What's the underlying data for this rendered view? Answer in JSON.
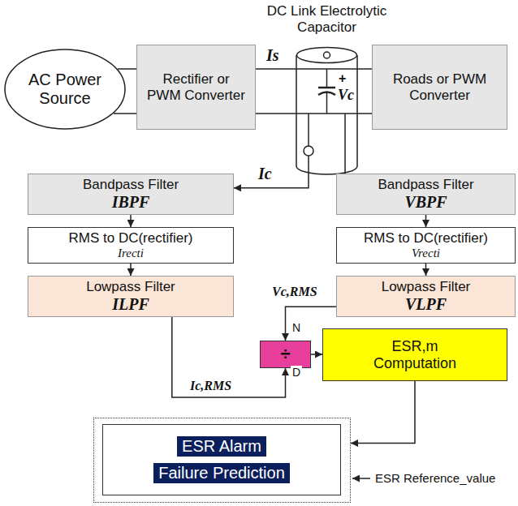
{
  "diagram": {
    "nodes": [
      {
        "text": [
          "AC Power Source"
        ]
      },
      {
        "text": [
          "Rectifier or PWM Converter"
        ]
      },
      {
        "text": [
          "DC Link Electrolytic Capacitor"
        ]
      },
      {
        "text": [
          "Roads or PWM Converter"
        ]
      },
      {
        "text": [
          "Bandpass Filter",
          "IBPF"
        ]
      },
      {
        "text": [
          "Bandpass Filter",
          "VBPF"
        ]
      },
      {
        "text": [
          "RMS to DC(rectifier)",
          "Irecti"
        ]
      },
      {
        "text": [
          "RMS to DC(rectifier)",
          "Vrecti"
        ]
      },
      {
        "text": [
          "Lowpass Filter",
          "ILPF"
        ]
      },
      {
        "text": [
          "Lowpass Filter",
          "VLPF"
        ]
      },
      {
        "text": [
          "÷"
        ]
      },
      {
        "text": [
          "ESR,m Computation"
        ]
      },
      {
        "text": []
      },
      {
        "text": [
          "ESR Alarm",
          "Failure Prediction"
        ],
        "in": 12
      }
    ],
    "edges": [
      {
        "from": 0,
        "to": 1,
        "arrow": "none"
      },
      {
        "from": 1,
        "to": 2,
        "label": "Is",
        "arrow": "none"
      },
      {
        "from": 2,
        "to": 3,
        "arrow": "none"
      },
      {
        "from": 2,
        "to": 4,
        "label": "Ic",
        "arrow": "to"
      },
      {
        "from": 2,
        "to": 5,
        "arrow": "to"
      },
      {
        "from": 4,
        "to": 6,
        "arrow": "to"
      },
      {
        "from": 6,
        "to": 8,
        "arrow": "to"
      },
      {
        "from": 5,
        "to": 7,
        "arrow": "to"
      },
      {
        "from": 7,
        "to": 9,
        "arrow": "to"
      },
      {
        "from": 9,
        "to": 10,
        "label": "Vc,RMS",
        "arrow": "to"
      },
      {
        "from": 8,
        "to": 10,
        "label": "Ic,RMS",
        "arrow": "to"
      },
      {
        "from": 10,
        "to": 11,
        "arrow": "to"
      },
      {
        "from": 11,
        "to": 12,
        "arrow": "to"
      }
    ],
    "labels": [
      "+",
      "Vc",
      "N",
      "D",
      "ESR Reference_value"
    ]
  }
}
